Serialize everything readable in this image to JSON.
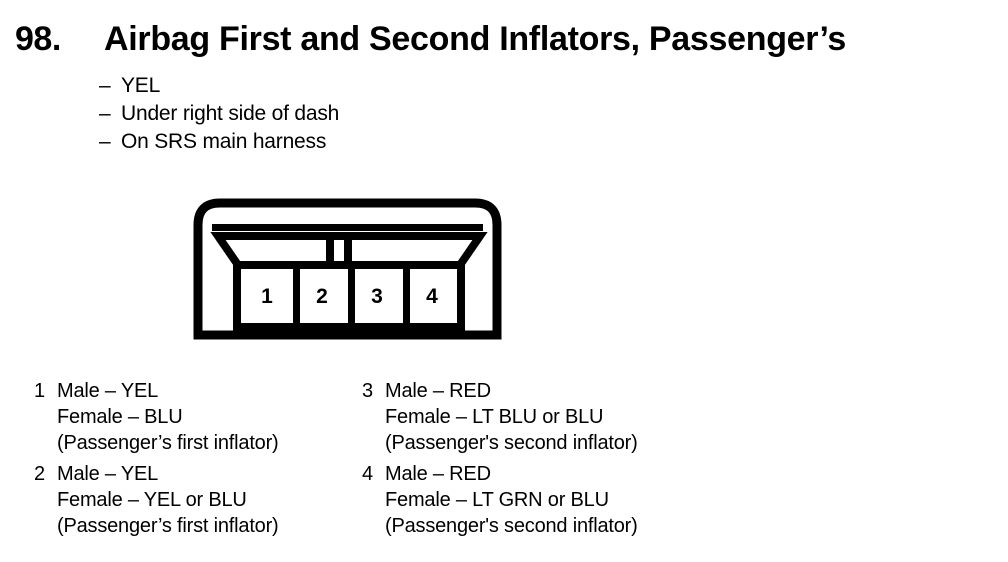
{
  "title": {
    "number": "98.",
    "text": "Airbag First and Second Inflators, Passenger’s"
  },
  "notes": {
    "dash": "–",
    "items": [
      "YEL",
      "Under right side of dash",
      "On SRS main harness"
    ]
  },
  "connector": {
    "pins": [
      "1",
      "2",
      "3",
      "4"
    ],
    "outline_color": "#000000",
    "fill_color": "#ffffff"
  },
  "legend": {
    "left": [
      {
        "index": "1",
        "male": "Male – YEL",
        "female": "Female – BLU",
        "note": "(Passenger’s first inflator)"
      },
      {
        "index": "2",
        "male": "Male – YEL",
        "female": "Female – YEL or BLU",
        "note": "(Passenger’s first inflator)"
      }
    ],
    "right": [
      {
        "index": "3",
        "male": "Male – RED",
        "female": "Female – LT BLU or BLU",
        "note": "(Passenger's second inflator)"
      },
      {
        "index": "4",
        "male": "Male – RED",
        "female": "Female – LT GRN or BLU",
        "note": "(Passenger's second inflator)"
      }
    ]
  }
}
